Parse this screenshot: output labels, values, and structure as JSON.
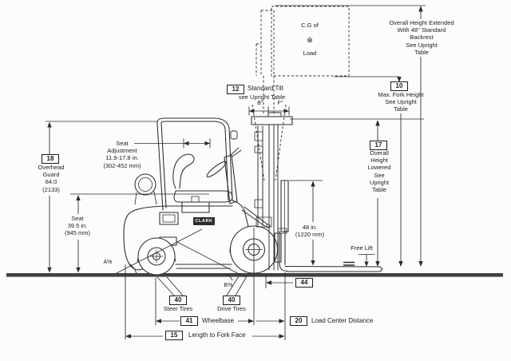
{
  "figure": {
    "type": "forklift-dimension-diagram",
    "brand": "CLARK",
    "ink_color": "#2b2b2b",
    "ground_color": "#3e433f"
  },
  "labels": {
    "cg_load": {
      "line1": "C.G of",
      "symbol": "⊕",
      "line2": "Load"
    },
    "overall_height_extended": {
      "text": "Overall Height Extended\nWith 48\" Standard\nBackrest\nSee Upright\nTable"
    },
    "max_fork_height": {
      "ref": "10",
      "text": "Max. Fork Height\nSee Upright\nTable"
    },
    "standard_tilt": {
      "ref": "12",
      "title": "Standard Tilt",
      "sub": "see Upright Table",
      "back_angle": "B°",
      "forward_angle": "F°"
    },
    "overall_height_lowered": {
      "ref": "17",
      "text": "Overall\nHeight\nLowered\nSee\nUpright\nTable"
    },
    "overhead_guard": {
      "ref": "18",
      "text": "Overhead\nGuard\n84.0\n(2133)"
    },
    "seat_adjustment": {
      "text": "Seat\nAdjustment\n11.9-17.8 in.\n(302-452 mm)"
    },
    "seat_height": {
      "text": "Seat\n39.5 in.\n(945 mm)"
    },
    "backrest_height": {
      "text": "48 in.\n(1220 mm)"
    },
    "free_lift": {
      "text": "Free Lift"
    },
    "grade_a": "A%",
    "grade_b": "B%",
    "steer_tires": {
      "ref": "40",
      "text": "Steer Tires"
    },
    "drive_tires": {
      "ref": "40",
      "text": "Drive Tires"
    },
    "overhang": {
      "ref": "44"
    },
    "wheelbase": {
      "ref": "41",
      "text": "Wheelbase"
    },
    "load_center": {
      "ref": "20",
      "text": "Load Center Distance"
    },
    "length_to_fork_face": {
      "ref": "15",
      "text": "Length to Fork Face"
    }
  }
}
